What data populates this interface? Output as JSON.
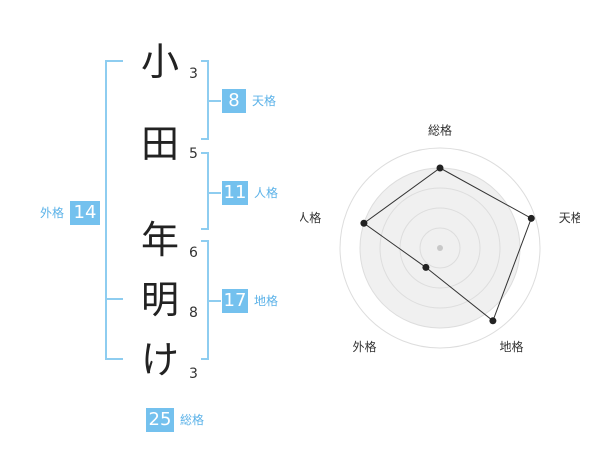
{
  "name": {
    "surname": [
      {
        "char": "小",
        "strokes": "3"
      },
      {
        "char": "田",
        "strokes": "5"
      }
    ],
    "given": [
      {
        "char": "年",
        "strokes": "6"
      },
      {
        "char": "明",
        "strokes": "8"
      },
      {
        "char": "け",
        "strokes": "3"
      }
    ]
  },
  "kaku": {
    "tenkaku": {
      "value": "8",
      "label": "天格"
    },
    "jinkaku": {
      "value": "11",
      "label": "人格"
    },
    "chikaku": {
      "value": "17",
      "label": "地格"
    },
    "gaikaku": {
      "value": "14",
      "label": "外格"
    },
    "soukaku": {
      "value": "25",
      "label": "総格"
    }
  },
  "colors": {
    "accent": "#74c1ee",
    "bracket": "#8ecdf0",
    "radar_fill": "#f0f0f0",
    "radar_ring": "#dddddd",
    "point": "#222222"
  },
  "chart_data": {
    "type": "radar",
    "axes": [
      "総格",
      "天格",
      "地格",
      "外格",
      "人格"
    ],
    "range": [
      0,
      5
    ],
    "rings": 5,
    "values": [
      4,
      4.8,
      4.5,
      1.2,
      4.0
    ]
  }
}
